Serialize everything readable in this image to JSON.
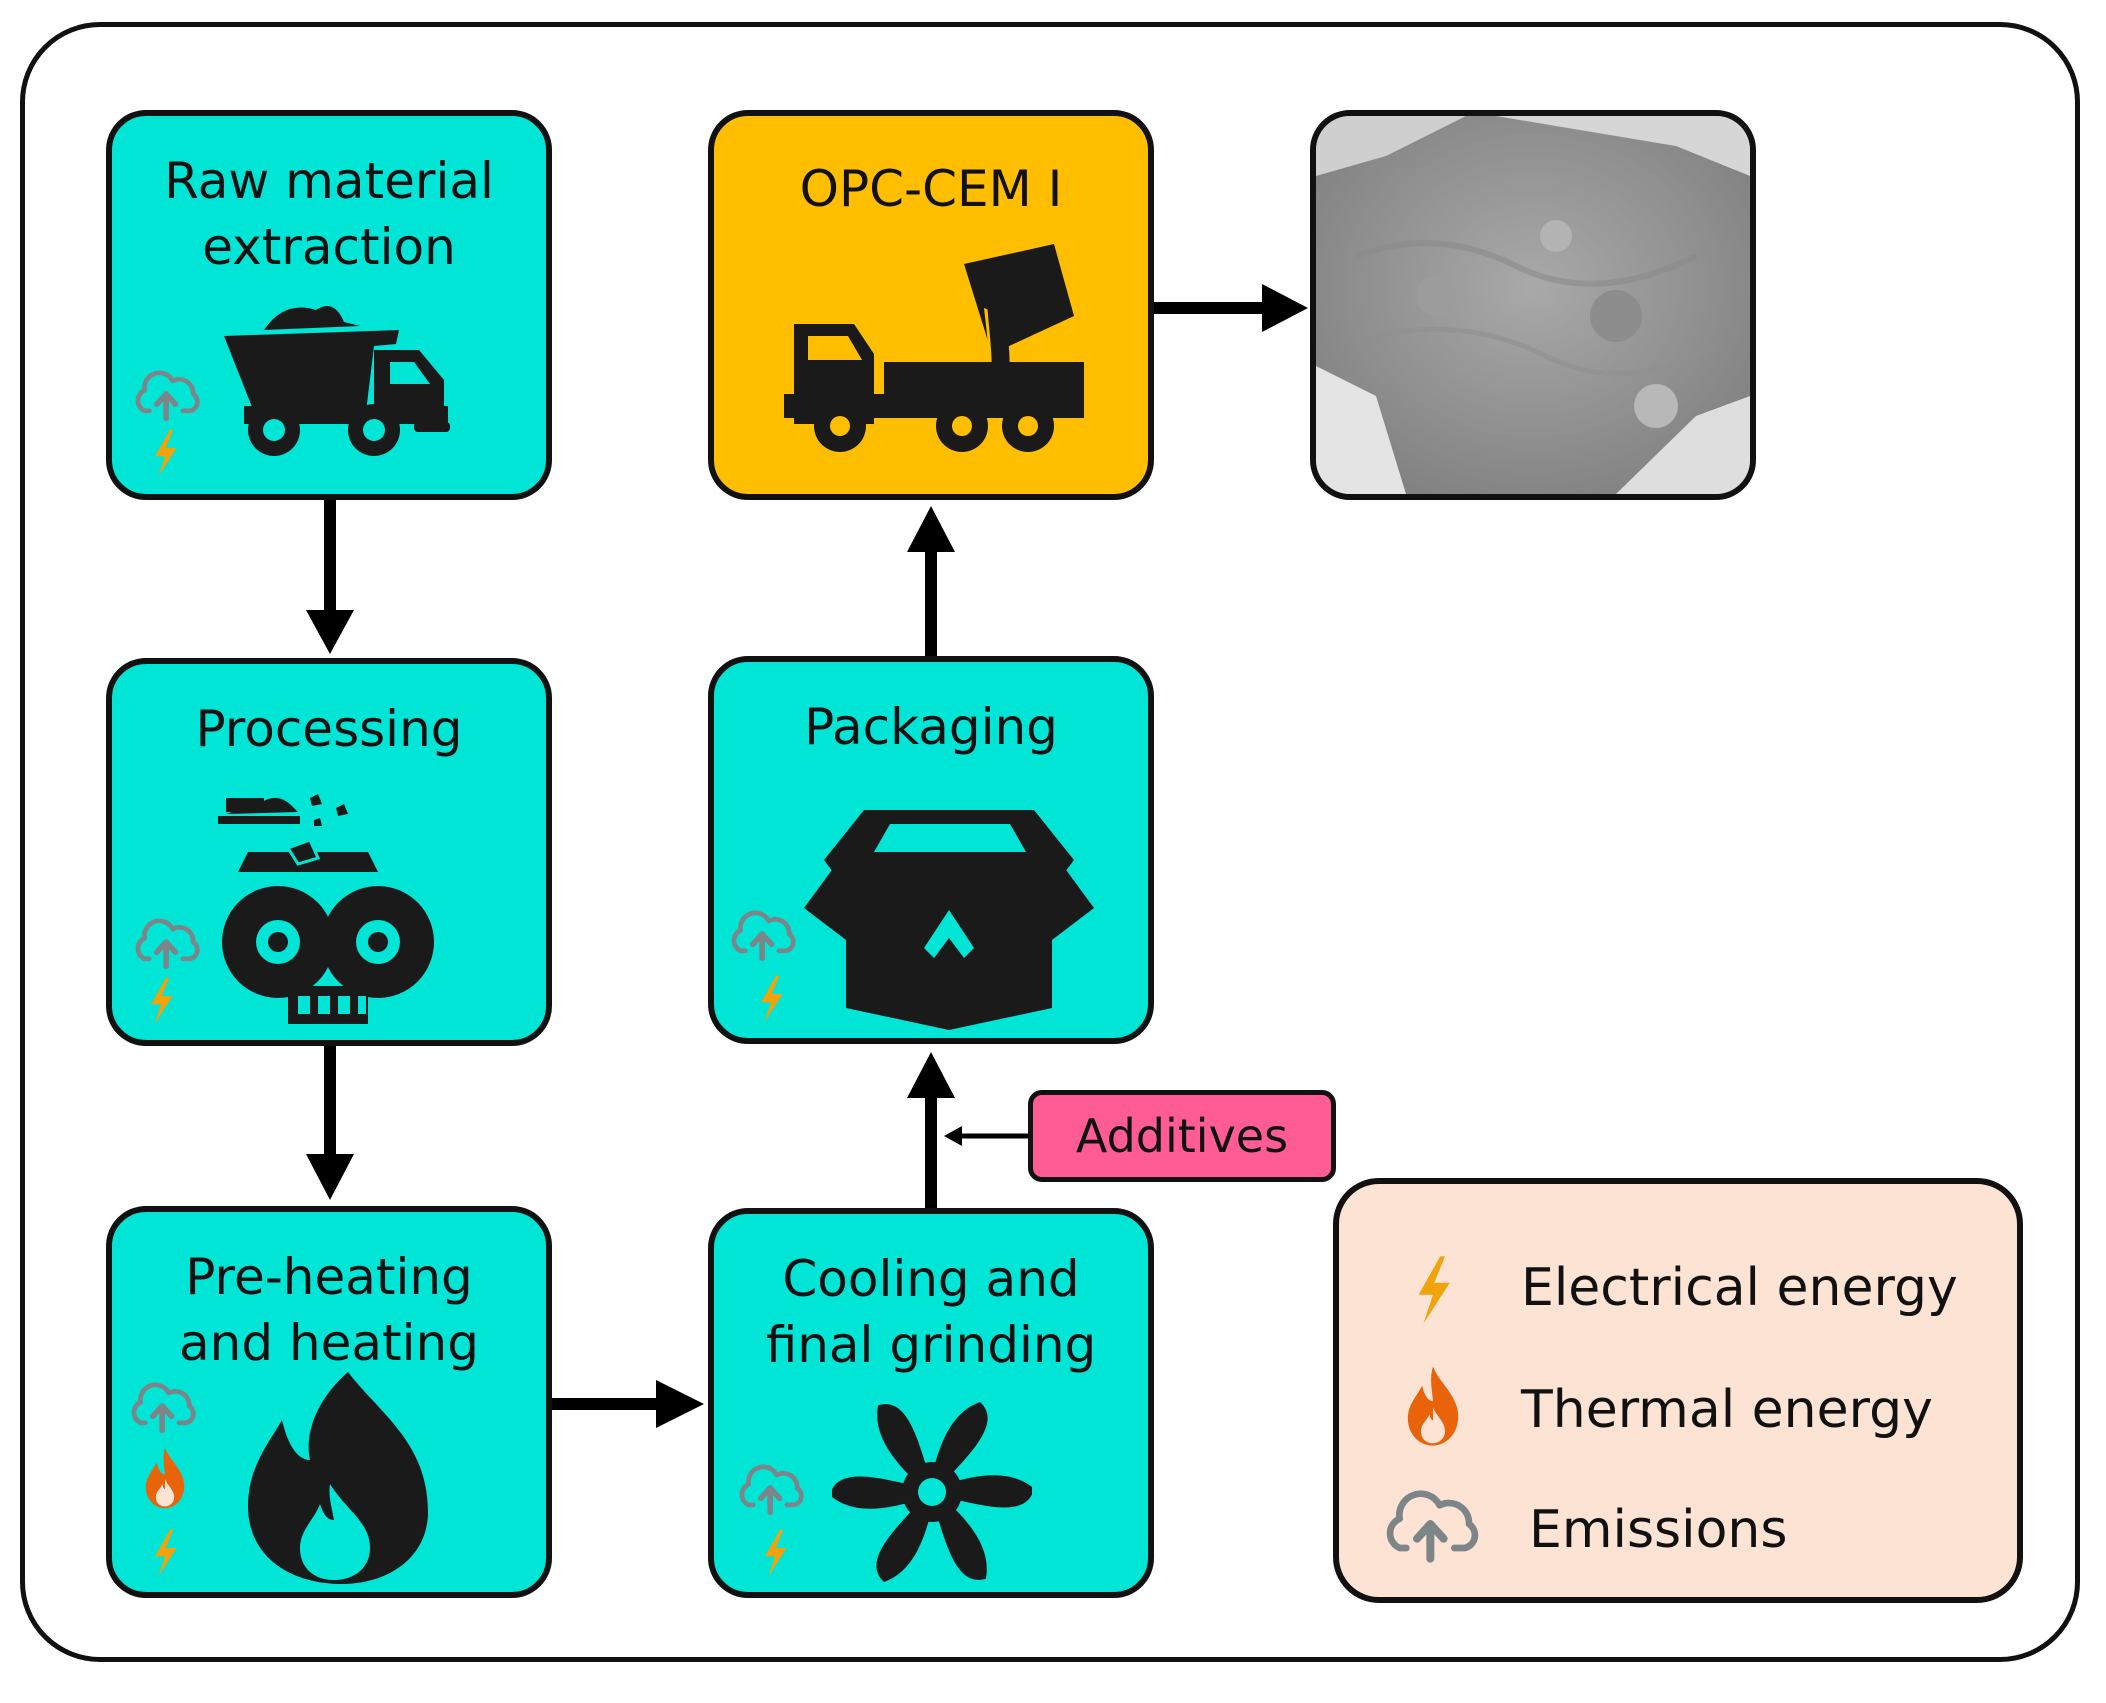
{
  "steps": {
    "raw": {
      "title": "Raw material\nextraction",
      "icon": "dump-truck-icon"
    },
    "processing": {
      "title": "Processing",
      "icon": "crusher-icon"
    },
    "heating": {
      "title": "Pre-heating\nand heating",
      "icon": "flame-icon"
    },
    "cooling": {
      "title": "Cooling and\nfinal grinding",
      "icon": "fan-icon"
    },
    "packaging": {
      "title": "Packaging",
      "icon": "box-icon"
    },
    "product": {
      "title": "OPC-CEM I",
      "icon": "cement-mixer-truck-icon"
    }
  },
  "additives": "Additives",
  "legend": {
    "electrical": "Electrical energy",
    "thermal": "Thermal energy",
    "emissions": "Emissions"
  },
  "colors": {
    "step_fill": "#00e5d6",
    "product_fill": "#ffbf00",
    "additives_fill": "#ff5c96",
    "legend_fill": "#fde3d4",
    "electrical": "#f0a30a",
    "thermal": "#e8630a",
    "emissions": "#7d8588"
  }
}
